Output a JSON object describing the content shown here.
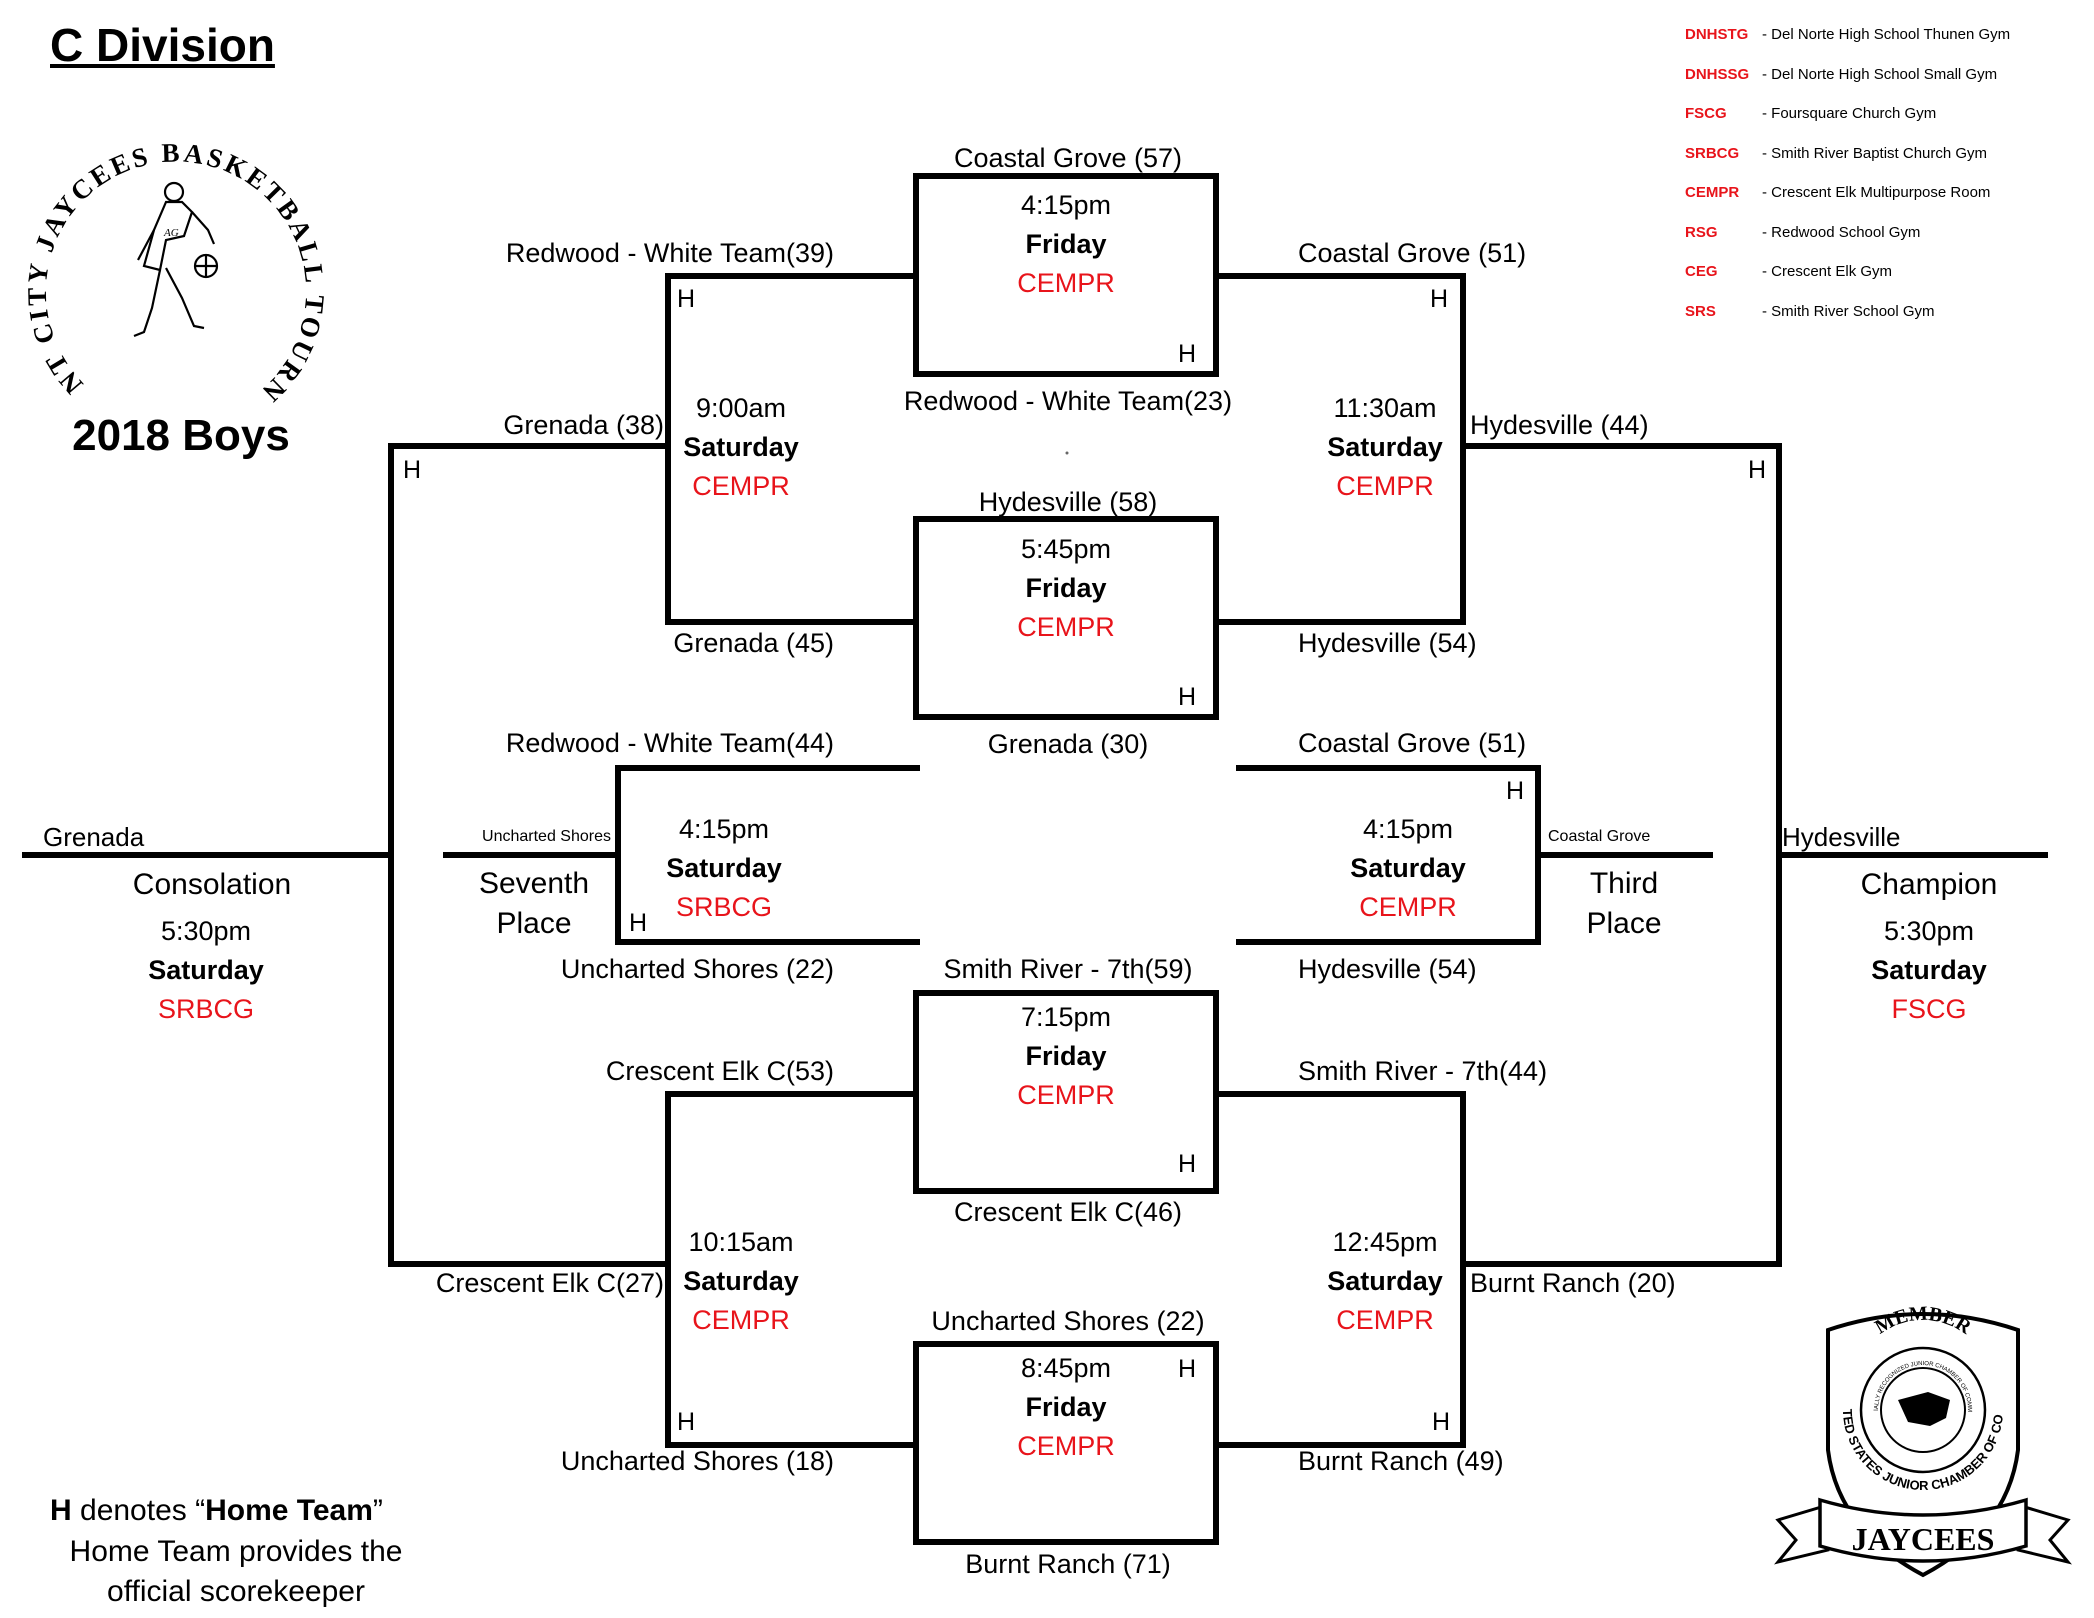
{
  "title": "C Division",
  "subtitle": "2018 Boys",
  "logo_text": "CRESCENT CITY JAYCEES BASKETBALL TOURNAMENT",
  "logo_badge": "AG",
  "seal": {
    "top": "MEMBER",
    "bottom": "THE UNITED STATES JUNIOR CHAMBER OF COMMERCE",
    "inner": "OFFICIALLY RECOGNIZED JUNIOR CHAMBER OF COMMERCE",
    "banner": "JAYCEES"
  },
  "legend": [
    {
      "code": "DNHSTG",
      "desc": "- Del Norte High School Thunen Gym"
    },
    {
      "code": "DNHSSG",
      "desc": "- Del Norte High School Small Gym"
    },
    {
      "code": "FSCG",
      "desc": "- Foursquare Church Gym"
    },
    {
      "code": "SRBCG",
      "desc": "- Smith River Baptist Church Gym"
    },
    {
      "code": "CEMPR",
      "desc": "- Crescent Elk Multipurpose Room"
    },
    {
      "code": "RSG",
      "desc": "- Redwood School Gym"
    },
    {
      "code": "CEG",
      "desc": "- Crescent Elk Gym"
    },
    {
      "code": "SRS",
      "desc": "- Smith River School Gym"
    }
  ],
  "home_marker": "H",
  "note": {
    "h": "H",
    "denotes": " denotes “",
    "home_team": "Home Team",
    "close": "”",
    "line2": "Home Team provides the",
    "line3": "official scorekeeper"
  },
  "games": {
    "fri_415": {
      "top": "Coastal Grove  (57)",
      "bottom": "Redwood  - White Team(23)",
      "time": "4:15pm",
      "day": "Friday",
      "gym": "CEMPR"
    },
    "fri_545": {
      "top": "Hydesville  (58)",
      "bottom": "Grenada (30)",
      "time": "5:45pm",
      "day": "Friday",
      "gym": "CEMPR"
    },
    "fri_715": {
      "top": "Smith River - 7th(59)",
      "bottom": "Crescent Elk  C(46)",
      "time": "7:15pm",
      "day": "Friday",
      "gym": "CEMPR"
    },
    "fri_845": {
      "top": "Uncharted Shores (22)",
      "bottom": "Burnt Ranch (71)",
      "time": "8:45pm",
      "day": "Friday",
      "gym": "CEMPR"
    },
    "sat_900": {
      "top": "Redwood  - White Team(39)",
      "bottom": "Grenada (45)",
      "time": "9:00am",
      "day": "Saturday",
      "gym": "CEMPR"
    },
    "sat_1130": {
      "top": "Coastal Grove  (51)",
      "bottom": "Hydesville  (54)",
      "time": "11:30am",
      "day": "Saturday",
      "gym": "CEMPR"
    },
    "sat_1015": {
      "top": "Crescent Elk  C(53)",
      "bottom": "Uncharted Shores (18)",
      "time": "10:15am",
      "day": "Saturday",
      "gym": "CEMPR"
    },
    "sat_1245": {
      "top": "Smith River - 7th(44)",
      "bottom": "Burnt Ranch (49)",
      "time": "12:45pm",
      "day": "Saturday",
      "gym": "CEMPR"
    },
    "seventh": {
      "top": "Redwood  - White Team(44)",
      "bottom": "Uncharted Shores (22)",
      "time": "4:15pm",
      "day": "Saturday",
      "gym": "SRBCG",
      "winner": "Uncharted Shores",
      "label1": "Seventh",
      "label2": "Place"
    },
    "third": {
      "top": "Coastal Grove  (51)",
      "bottom": "Hydesville  (54)",
      "time": "4:15pm",
      "day": "Saturday",
      "gym": "CEMPR",
      "winner": "Coastal Grove",
      "label1": "Third",
      "label2": "Place"
    },
    "consolation": {
      "top": "Grenada (38)",
      "bottom": "Crescent Elk  C(27)",
      "winner": "Grenada",
      "label": "Consolation",
      "time": "5:30pm",
      "day": "Saturday",
      "gym": "SRBCG"
    },
    "champion": {
      "top": "Hydesville  (44)",
      "bottom": "Burnt Ranch (20)",
      "winner": "Hydesville",
      "label": "Champion",
      "time": "5:30pm",
      "day": "Saturday",
      "gym": "FSCG"
    }
  },
  "colors": {
    "venue": "#e8141b",
    "line": "#000000"
  }
}
